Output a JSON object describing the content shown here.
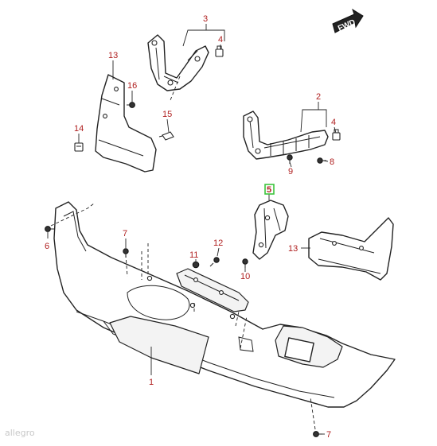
{
  "diagram": {
    "fwd_label": "FWD",
    "highlighted_part": "5",
    "watermark": "allegro",
    "callouts": {
      "c1": "1",
      "c2": "2",
      "c3": "3",
      "c4a": "4",
      "c4b": "4",
      "c5": "5",
      "c6": "6",
      "c7a": "7",
      "c7b": "7",
      "c8": "8",
      "c9": "9",
      "c10": "10",
      "c11": "11",
      "c12": "12",
      "c13a": "13",
      "c13b": "13",
      "c14": "14",
      "c15": "15",
      "c16": "16"
    },
    "colors": {
      "callout": "#b02020",
      "highlight": "#3cc43c",
      "line": "#222222"
    }
  }
}
